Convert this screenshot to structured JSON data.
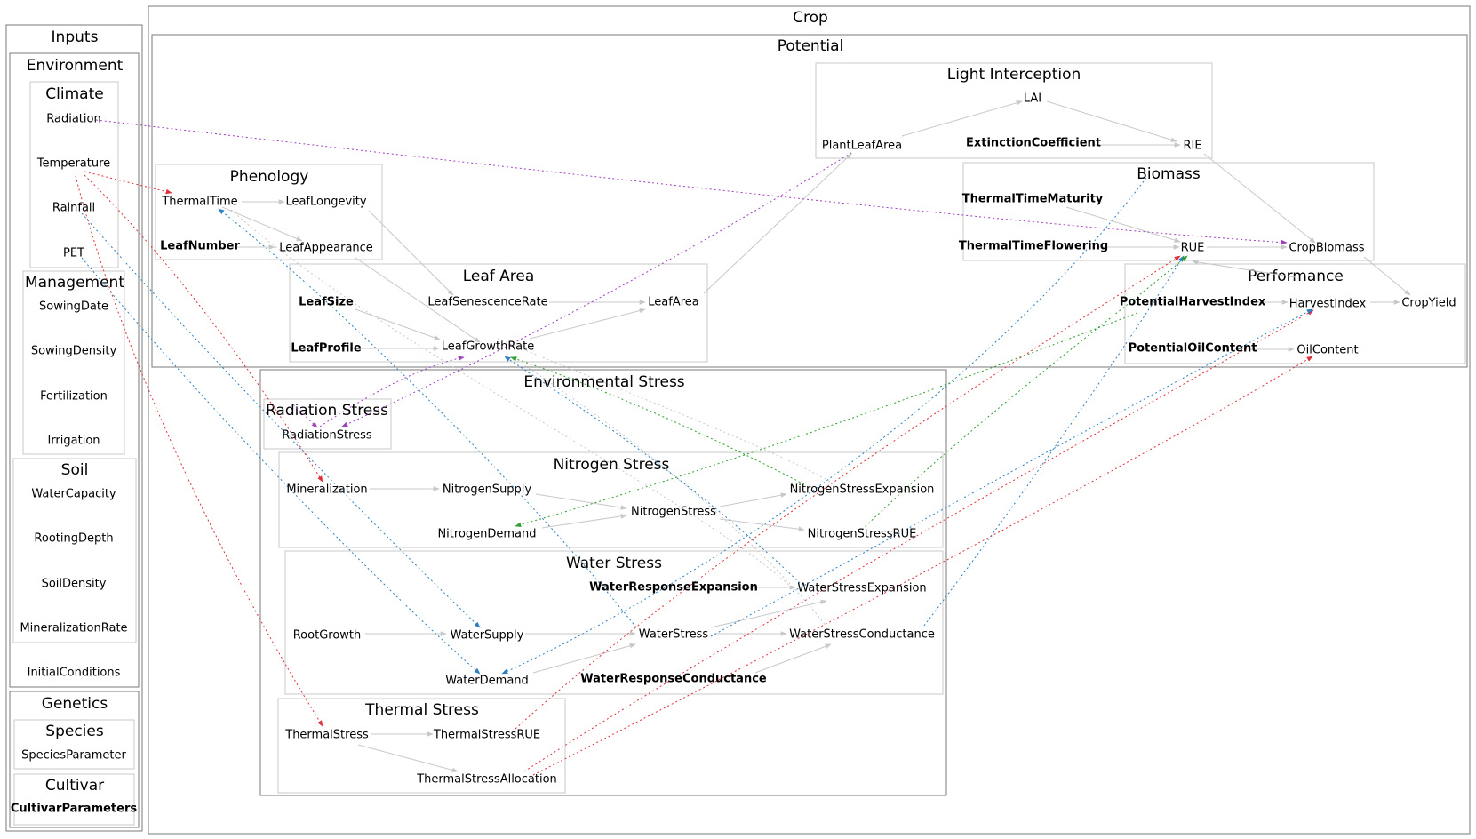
{
  "colors": {
    "normal_edge": "#c8c8c8",
    "red_edge": "#e0303a",
    "blue_edge": "#2f7fc0",
    "purple_edge": "#a040c0",
    "green_edge": "#30a030",
    "dark_border": "#7a7a7a",
    "light_border": "#c8c8c8"
  },
  "clusters": {
    "crop": "Crop",
    "potential": "Potential",
    "light": "Light Interception",
    "biomass": "Biomass",
    "phenology": "Phenology",
    "leafarea": "Leaf Area",
    "performance": "Performance",
    "envstress": "Environmental Stress",
    "radstress": "Radiation Stress",
    "nitrogen": "Nitrogen Stress",
    "water": "Water Stress",
    "thermal": "Thermal Stress",
    "inputs": "Inputs",
    "environment": "Environment",
    "climate": "Climate",
    "management": "Management",
    "soil": "Soil",
    "genetics": "Genetics",
    "species": "Species",
    "cultivar": "Cultivar"
  },
  "nodes": {
    "radiation": "Radiation",
    "temperature": "Temperature",
    "rainfall": "Rainfall",
    "pet": "PET",
    "sowingdate": "SowingDate",
    "sowingdensity": "SowingDensity",
    "fertilization": "Fertilization",
    "irrigation": "Irrigation",
    "watercapacity": "WaterCapacity",
    "rootingdepth": "RootingDepth",
    "soildensity": "SoilDensity",
    "mineralizationrate": "MineralizationRate",
    "initialconditions": "InitialConditions",
    "speciesparameter": "SpeciesParameter",
    "cultivarparameters": "CultivarParameters",
    "lai": "LAI",
    "plantleafarea": "PlantLeafArea",
    "extinctioncoefficient": "ExtinctionCoefficient",
    "rie": "RIE",
    "thermaltimematurity": "ThermalTimeMaturity",
    "thermaltimeflowering": "ThermalTimeFlowering",
    "rue": "RUE",
    "cropbiomass": "CropBiomass",
    "thermaltime": "ThermalTime",
    "leaflongevity": "LeafLongevity",
    "leafnumber": "LeafNumber",
    "leafappearance": "LeafAppearance",
    "leafsize": "LeafSize",
    "leafsenescencerate": "LeafSenescenceRate",
    "leafarea": "LeafArea",
    "leafprofile": "LeafProfile",
    "leafgrowthrate": "LeafGrowthRate",
    "potentialharvestindex": "PotentialHarvestIndex",
    "harvestindex": "HarvestIndex",
    "cropyield": "CropYield",
    "potentialoilcontent": "PotentialOilContent",
    "oilcontent": "OilContent",
    "radiationstress": "RadiationStress",
    "mineralization": "Mineralization",
    "nitrogensupply": "NitrogenSupply",
    "nitrogenstress": "NitrogenStress",
    "nitrogenstressexpansion": "NitrogenStressExpansion",
    "nitrogendemand": "NitrogenDemand",
    "nitrogenstressrue": "NitrogenStressRUE",
    "waterresponseexpansion": "WaterResponseExpansion",
    "waterstressexpansion": "WaterStressExpansion",
    "rootgrowth": "RootGrowth",
    "watersupply": "WaterSupply",
    "waterstress": "WaterStress",
    "waterstressconductance": "WaterStressConductance",
    "waterdemand": "WaterDemand",
    "waterresponseconductance": "WaterResponseConductance",
    "thermalstress": "ThermalStress",
    "thermalstressrue": "ThermalStressRUE",
    "thermalstressallocation": "ThermalStressAllocation"
  }
}
